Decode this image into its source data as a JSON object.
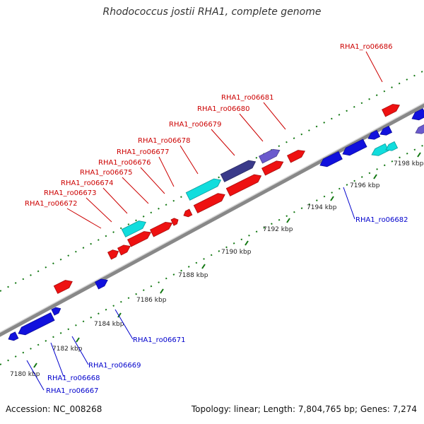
{
  "title": "Rhodococcus jostii RHA1, complete genome",
  "footer": {
    "accession": "Accession: NC_008268",
    "summary": "Topology: linear; Length: 7,804,765 bp; Genes: 7,274"
  },
  "colors": {
    "forward_label": "#cc0000",
    "reverse_label": "#0000cc",
    "red_gene": "#ee1111",
    "blue_gene": "#1111dd",
    "cyan_gene": "#11dddd",
    "navy_gene": "#3a3a8a",
    "lavender_gene": "#6a5acd",
    "tick": "#117711",
    "backbone": "#888888"
  },
  "scale": {
    "tick_labels": [
      "7180 kbp",
      "7182 kbp",
      "7184 kbp",
      "7186 kbp",
      "7188 kbp",
      "7190 kbp",
      "7192 kbp",
      "7194 kbp",
      "7196 kbp",
      "7198 kbp"
    ]
  },
  "forward_labels": [
    "RHA1_ro06672",
    "RHA1_ro06673",
    "RHA1_ro06674",
    "RHA1_ro06675",
    "RHA1_ro06676",
    "RHA1_ro06677",
    "RHA1_ro06678",
    "RHA1_ro06679",
    "RHA1_ro06680",
    "RHA1_ro06681",
    "RHA1_ro06686"
  ],
  "reverse_labels": [
    "RHA1_ro06667",
    "RHA1_ro06668",
    "RHA1_ro06669",
    "RHA1_ro06671",
    "RHA1_ro06682"
  ]
}
